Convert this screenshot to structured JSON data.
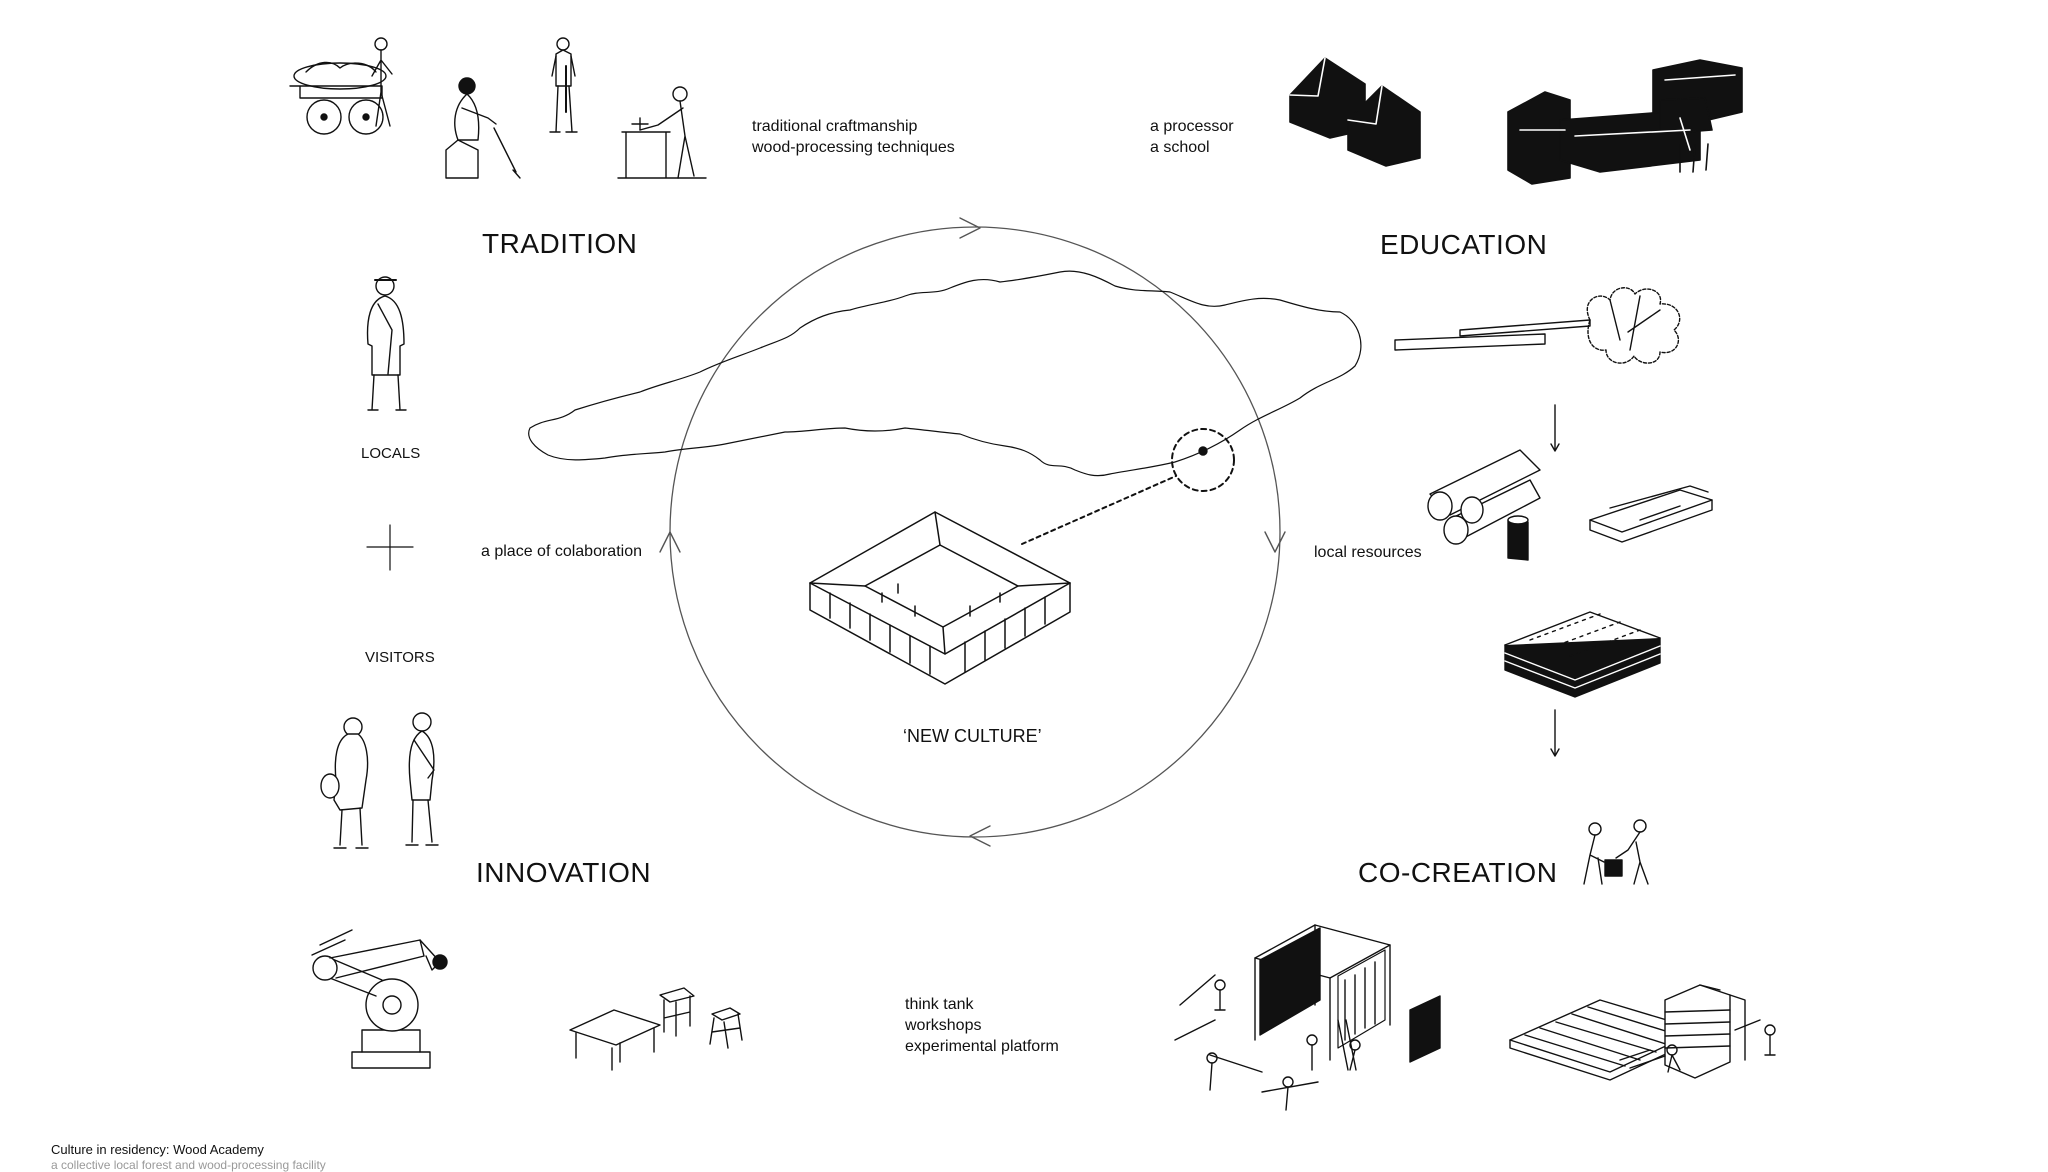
{
  "sections": {
    "tradition": {
      "heading": "TRADITION",
      "note_lines": [
        "traditional  craftmanship",
        "wood-processing techniques"
      ]
    },
    "education": {
      "heading": "EDUCATION",
      "note_lines": [
        "a processor",
        "a school"
      ]
    },
    "innovation": {
      "heading": "INNOVATION",
      "note_lines": [
        "think tank",
        "workshops",
        "experimental platform"
      ]
    },
    "cocreation": {
      "heading": "CO-CREATION"
    }
  },
  "people": {
    "locals": "LOCALS",
    "visitors": "VISITORS",
    "plus_symbol": "+"
  },
  "cycle": {
    "center_label": "‘NEW CULTURE’",
    "left_note": "a place of colaboration",
    "right_note": "local resources"
  },
  "caption": {
    "title": "Culture in residency: Wood Academy",
    "subtitle": "a collective local forest and wood-processing facility"
  },
  "colors": {
    "ink": "#111111",
    "background": "#ffffff"
  },
  "icons": [
    "vendor-cart-icon",
    "craftsman-anvil-icon",
    "standing-worker-icon",
    "carpenter-bench-icon",
    "houses-icon",
    "workshop-buildings-icon",
    "local-person-icon",
    "visitors-icon",
    "felled-tree-icon",
    "logs-icon",
    "planks-icon",
    "clt-stack-icon",
    "workers-icon",
    "robot-arm-icon",
    "furniture-icon",
    "pavilion-construction-icon",
    "timber-platform-icon",
    "courtyard-building-icon",
    "island-map-icon",
    "location-marker-icon"
  ]
}
